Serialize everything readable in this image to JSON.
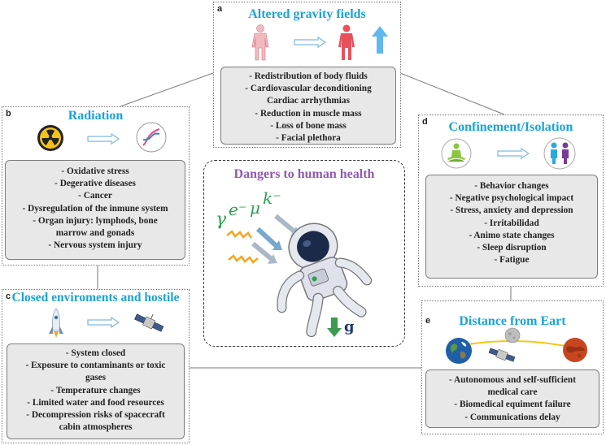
{
  "center": {
    "title": "Dangers to human health",
    "symbols": [
      "γ",
      "e⁻",
      "μ",
      "k⁻"
    ],
    "gravity_label": "g"
  },
  "panels": {
    "a": {
      "letter": "a",
      "title": "Altered gravity fields",
      "items": [
        "- Redistribution of body fluids",
        "- Cardiovascular deconditioning",
        "Cardiac arrhythmias",
        "- Reduction in muscle mass",
        "- Loss of bone mass",
        "- Facial plethora"
      ]
    },
    "b": {
      "letter": "b",
      "title": "Radiation",
      "items": [
        "- Oxidative stress",
        "- Degerative diseases",
        "- Cancer",
        "- Dysregulation of the inmune system",
        "- Organ injury: lymphods, bone",
        "marrow and gonads",
        "- Nervous system injury"
      ]
    },
    "c": {
      "letter": "c",
      "title": "Closed enviroments and hostile",
      "items": [
        "- System closed",
        "- Exposure to contaminants or toxic",
        "gases",
        "- Temperature changes",
        "- Limited water and food resources",
        "- Decompression risks of spacecraft",
        "cabin atmospheres"
      ]
    },
    "d": {
      "letter": "d",
      "title": "Confinement/Isolation",
      "items": [
        "- Behavior changes",
        "- Negative psychological impact",
        "- Stress, anxiety and depression",
        "- Irritabilidad",
        "- Animo state changes",
        "- Sleep disruption",
        "- Fatigue"
      ]
    },
    "e": {
      "letter": "e",
      "title": "Distance from Eart",
      "items": [
        "- Autonomous and self-sufficient",
        "medical care",
        "- Biomedical equiment failure",
        "- Communications delay"
      ]
    }
  },
  "icons": {
    "a": [
      "human-body-icon",
      "human-body-red-icon",
      "up-arrow-icon"
    ],
    "b": [
      "radiation-icon",
      "dna-icon"
    ],
    "c": [
      "rocket-icon",
      "satellite-icon"
    ],
    "d": [
      "meditating-person-icon",
      "two-people-icon"
    ],
    "e": [
      "earth-icon",
      "moon-icon",
      "mars-icon",
      "satellite-icon"
    ]
  },
  "colors": {
    "title_blue": "#19a3d8",
    "center_title_purple": "#8e5ab0",
    "list_bg": "#e8e8e8",
    "arrow_blue": "#7fb8e0",
    "gravity_green": "#3d9a50"
  }
}
